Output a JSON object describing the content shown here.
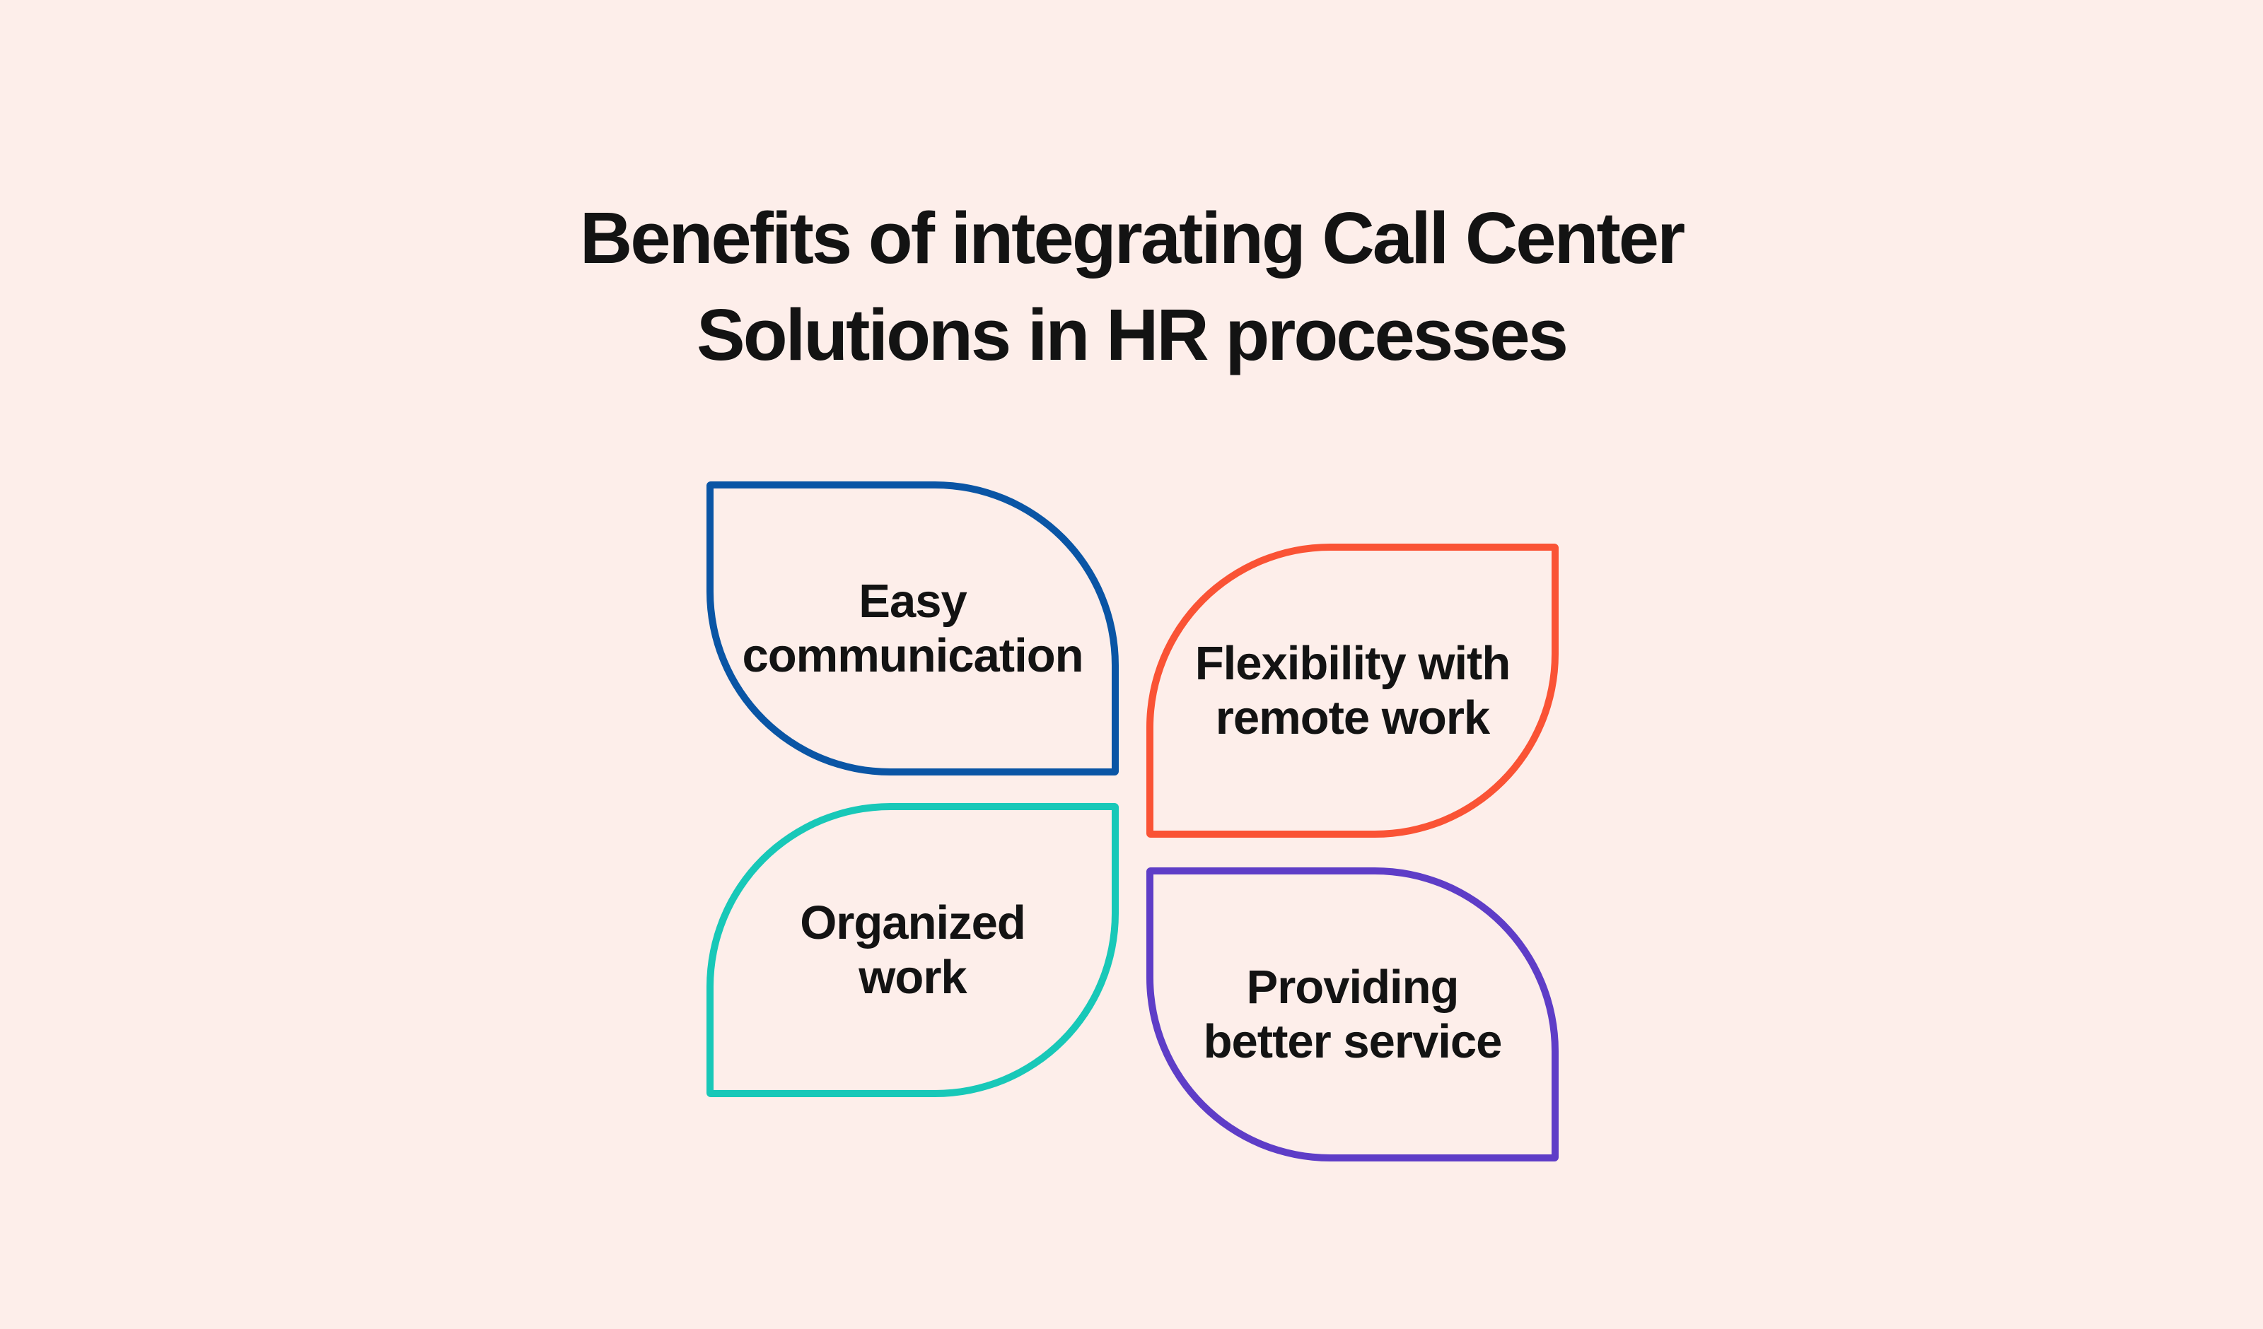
{
  "canvas": {
    "background": "#fdeeea",
    "text_color": "#131313"
  },
  "title": {
    "line1": "Benefits of integrating Call Center",
    "line2": "Solutions in HR processes"
  },
  "petals": [
    {
      "name": "easy-communication",
      "label": "Easy\ncommunication",
      "border_color": "#0a55a5"
    },
    {
      "name": "flexibility-remote-work",
      "label": "Flexibility with\nremote work",
      "border_color": "#fa5335"
    },
    {
      "name": "organized-work",
      "label": "Organized\nwork",
      "border_color": "#18c8b8"
    },
    {
      "name": "providing-better-service",
      "label": "Providing\nbetter service",
      "border_color": "#5e3dc7"
    }
  ]
}
